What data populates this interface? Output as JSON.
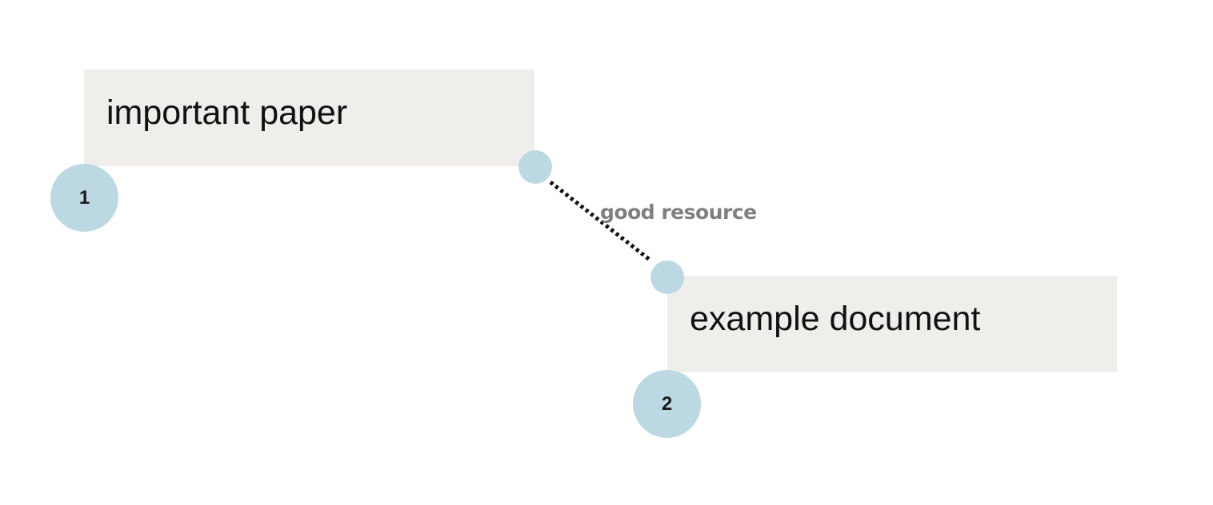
{
  "nodes": [
    {
      "id": 1,
      "number": "1",
      "title": "important paper"
    },
    {
      "id": 2,
      "number": "2",
      "title": "example document"
    }
  ],
  "edge": {
    "label": "good resource",
    "style": "dotted",
    "color": "#111111"
  },
  "colors": {
    "card_background": "#efeeeb",
    "badge": "#bcd9e3",
    "label_text": "#808080"
  }
}
